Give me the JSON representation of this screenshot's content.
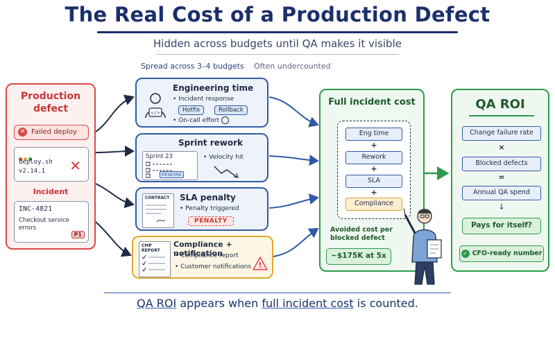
{
  "title": "The Real Cost of a Production Defect",
  "subtitle": "Hidden across budgets until QA makes it visible",
  "labels": {
    "spread": "Spread across 3–4 budgets",
    "undercounted": "Often undercounted"
  },
  "defect": {
    "title_line1": "Production",
    "title_line2": "defect",
    "failed_deploy": "Failed deploy",
    "terminal_line1": "deploy.sh",
    "terminal_line2": "v2.14.1",
    "incident_label": "Incident",
    "incident_id": "INC-4821",
    "incident_desc": "Checkout service errors",
    "priority": "P1"
  },
  "engineering": {
    "title": "Engineering time",
    "bullet1": "• Incident response",
    "tag1": "Hotfix",
    "tag2": "Rollback",
    "bullet2": "On-call effort"
  },
  "rework": {
    "title": "Sprint rework",
    "sprint": "Sprint 23",
    "bullet1": "• Velocity hit",
    "tag": "REWORK"
  },
  "sla": {
    "title": "SLA penalty",
    "contract": "CONTRACT",
    "bullet1": "• Penalty triggered",
    "badge": "PENALTY"
  },
  "compliance": {
    "title": "Compliance + notification",
    "report_line1": "CMP",
    "report_line2": "REPORT",
    "bullet1": "• Compliance report",
    "bullet2": "• Customer notifications"
  },
  "full_cost": {
    "title": "Full incident cost",
    "items": [
      "Eng time",
      "Rework",
      "SLA",
      "Compliance"
    ],
    "plus": "+",
    "avoided_line1": "Avoided cost per",
    "avoided_line2": "blocked defect",
    "value": "~$175K at 5x"
  },
  "roi": {
    "title": "QA ROI",
    "item1": "Change failure rate",
    "times": "×",
    "item2": "Blocked defects",
    "equals": "=",
    "item3": "Annual QA spend",
    "arrow": "↓",
    "pays": "Pays for itself?",
    "cfo": "CFO-ready number"
  },
  "bottom": {
    "part1": "QA ROI",
    "part2": " appears when ",
    "part3": "full incident cost",
    "part4": " is counted."
  },
  "colors": {
    "navy": "#1c2f6b",
    "red": "#d84a4a",
    "blue": "#2f5aa8",
    "green": "#2e9a4a",
    "orange": "#e0a72f"
  }
}
